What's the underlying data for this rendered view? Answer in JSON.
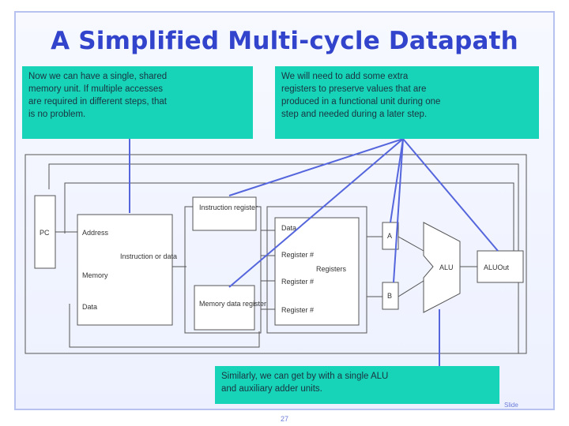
{
  "slide": {
    "title": "A Simplified Multi-cycle Datapath",
    "page_number": "27",
    "footer_right": "Slide"
  },
  "callouts": {
    "left": [
      "Now we can have a single, shared",
      "memory unit. If multiple accesses",
      "are required in different steps, that",
      "is no problem."
    ],
    "right": [
      "We will need to add some extra",
      "registers to preserve values that are",
      "produced in a functional unit during one",
      "step and needed during a later step."
    ],
    "bottom": [
      "Similarly, we can get by with a single ALU",
      "and auxiliary adder units."
    ]
  },
  "diagram": {
    "pc_label": "PC",
    "memory": {
      "label": "Memory",
      "address": "Address",
      "data": "Data",
      "instruction_or_data": "Instruction or data"
    },
    "instruction_register": "Instruction register",
    "memory_data_register": "Memory data register",
    "register_file": {
      "data": "Data",
      "register1": "Register #",
      "register2": "Register #",
      "register3": "Register #",
      "registers": "Registers"
    },
    "alu_label": "ALU",
    "aluout_label": "ALUOut",
    "a_label": "A",
    "b_label": "B",
    "colors": {
      "callout": "#17d4b8",
      "title": "#3344cc",
      "pointer": "#5566dd"
    }
  }
}
